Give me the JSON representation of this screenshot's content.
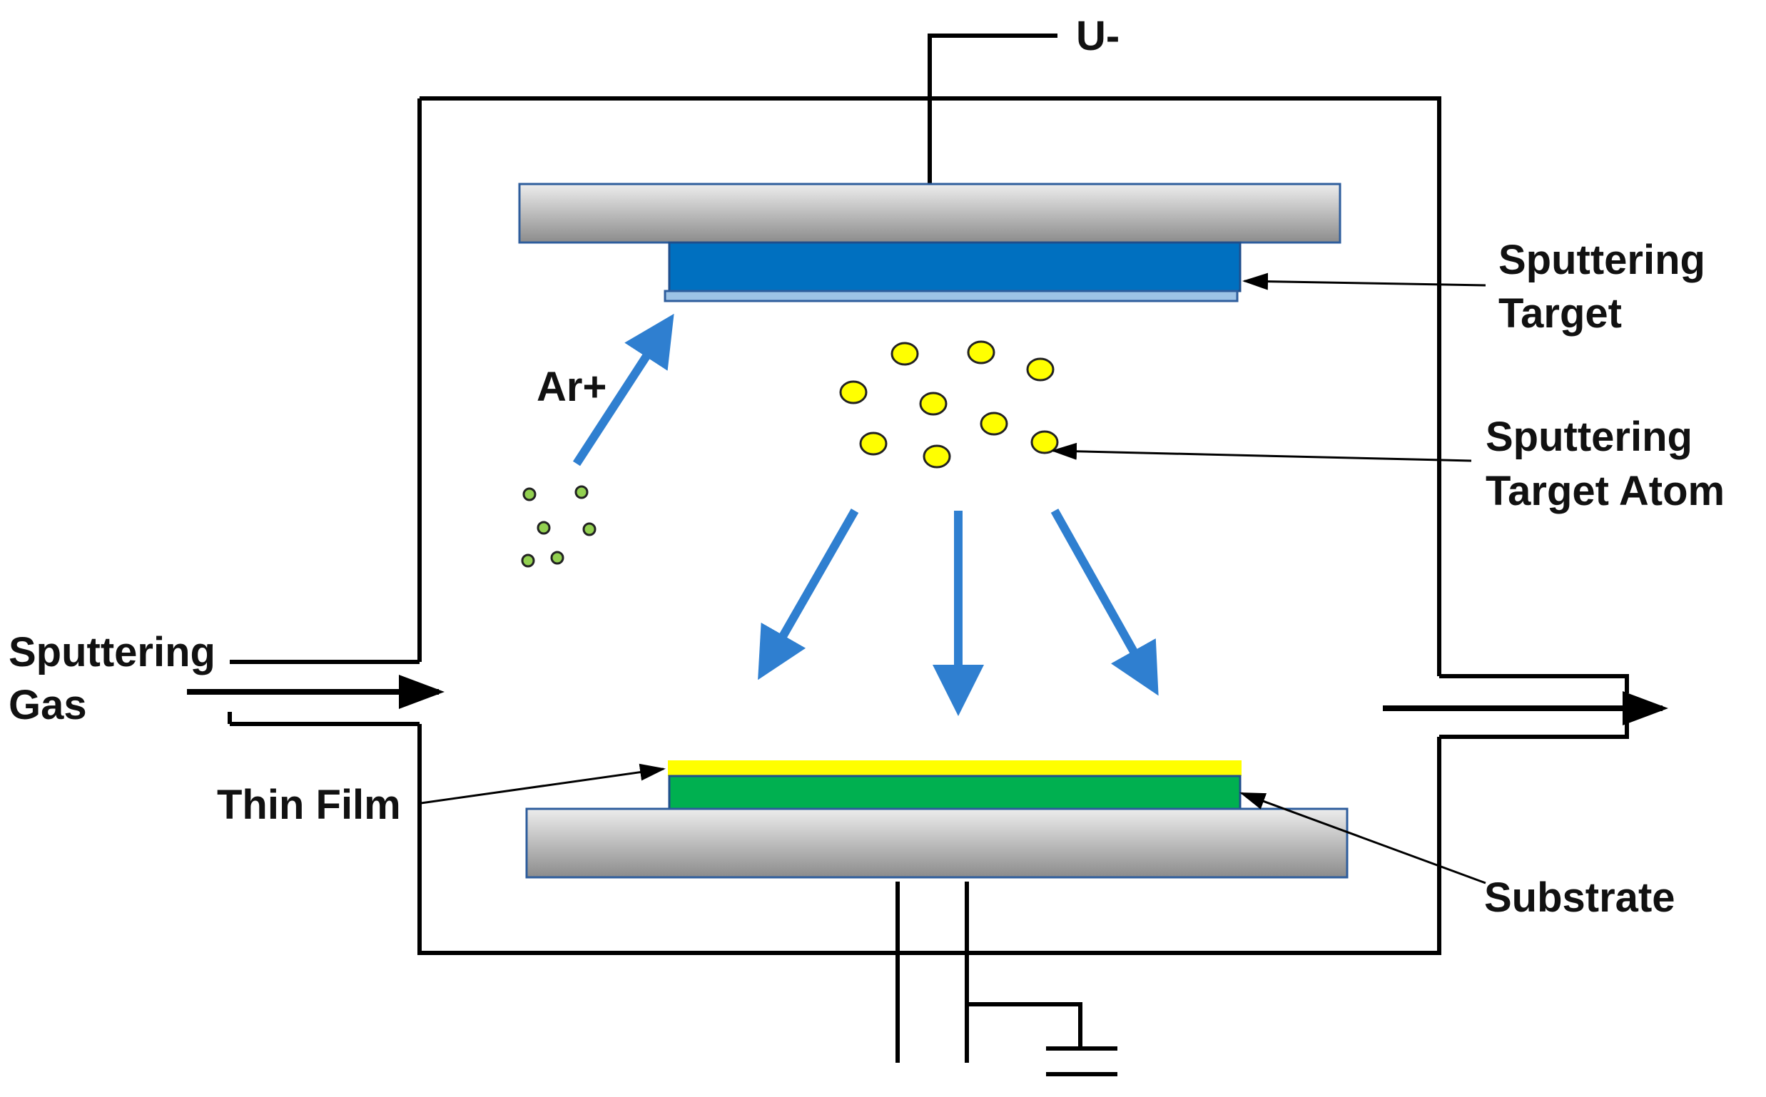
{
  "labels": {
    "voltage": "U-",
    "ion": "Ar+",
    "target": [
      "Sputtering",
      "Target"
    ],
    "target_atom": [
      "Sputtering",
      "Target Atom"
    ],
    "gas": [
      "Sputtering",
      "Gas"
    ],
    "thin_film": "Thin Film",
    "substrate": "Substrate"
  },
  "colors": {
    "line": "#000000",
    "target": "#0070c0",
    "arrow": "#2f7fd0",
    "atom": "#ffff00",
    "gas_particle": "#92d050",
    "film": "#ffff00",
    "substrate": "#00b050",
    "electrode_light": "#e6e6e6",
    "electrode_dark": "#8c8c8c"
  },
  "counts": {
    "sputtered_atoms": 9,
    "gas_particles": 6
  }
}
